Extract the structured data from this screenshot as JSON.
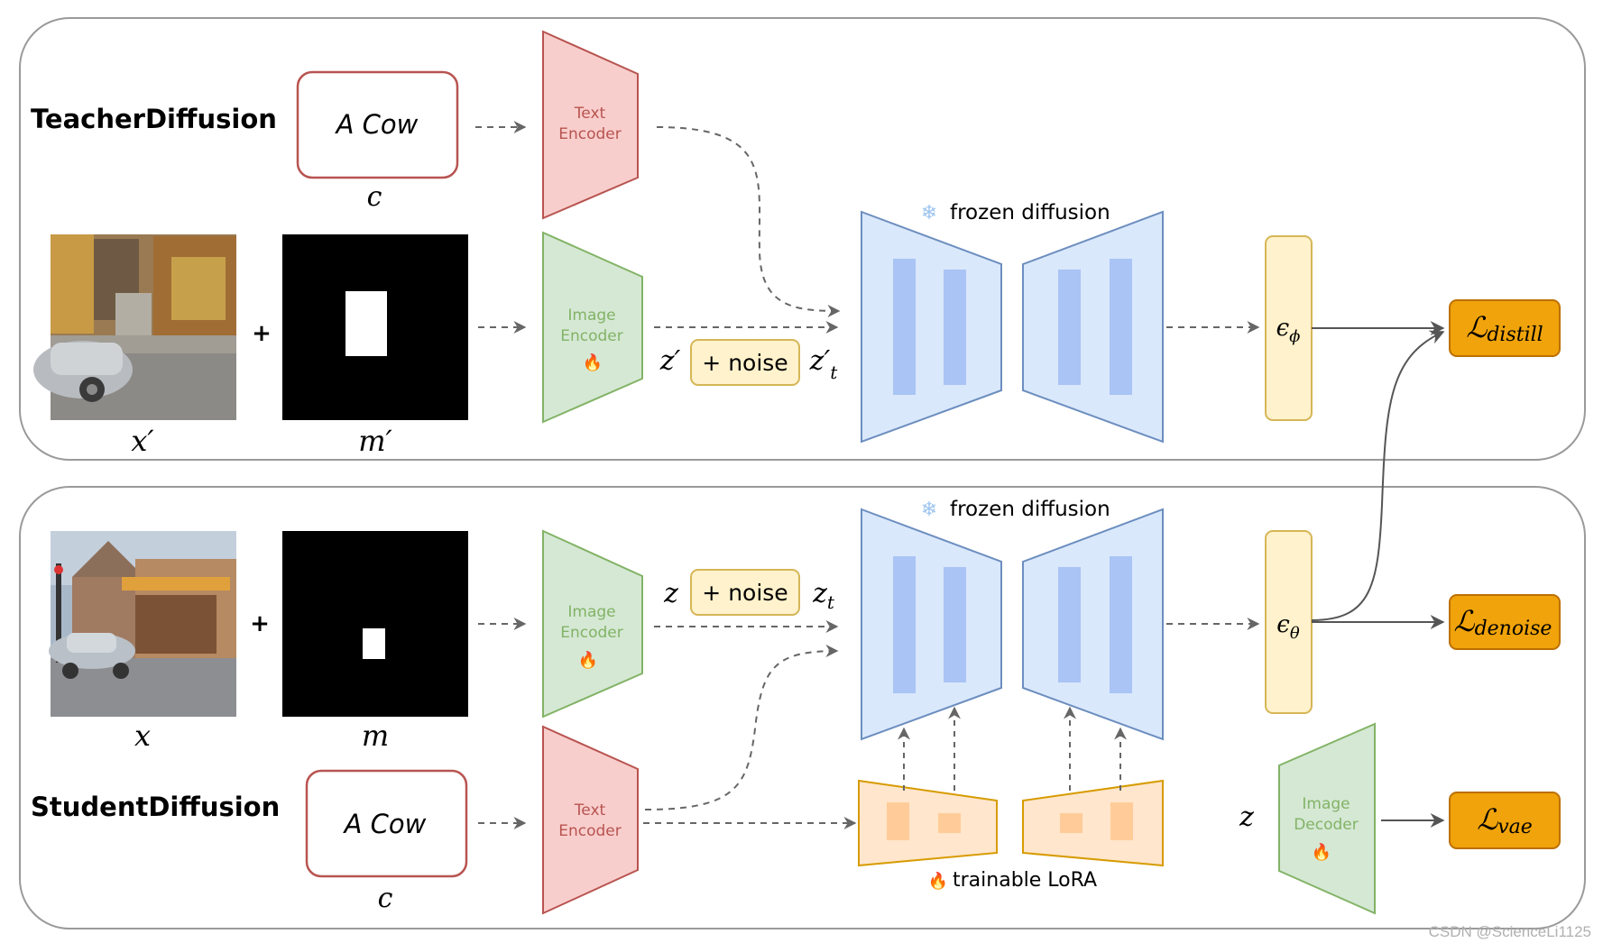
{
  "teacher": {
    "title": "TeacherDiffusion",
    "prompt": "A Cow",
    "prompt_var": "c",
    "text_encoder": [
      "Text",
      "Encoder"
    ],
    "image_encoder": [
      "Image",
      "Encoder"
    ],
    "image_var": "x′",
    "mask_var": "m′",
    "plus": "+",
    "latent": "z′",
    "noise": "+ noise",
    "noisy_latent": "z′t",
    "noisy_latent_main": "z′",
    "noisy_latent_sub": "t",
    "frozen_label": "frozen diffusion",
    "epsilon_main": "ϵ",
    "epsilon_sub": "ϕ",
    "loss_main": "ℒ",
    "loss_sub": "distill"
  },
  "student": {
    "title": "StudentDiffusion",
    "prompt": "A Cow",
    "prompt_var": "c",
    "text_encoder": [
      "Text",
      "Encoder"
    ],
    "image_encoder": [
      "Image",
      "Encoder"
    ],
    "image_var": "x",
    "mask_var": "m",
    "plus": "+",
    "latent": "z",
    "noise": "+ noise",
    "noisy_latent_main": "z",
    "noisy_latent_sub": "t",
    "frozen_label": "frozen diffusion",
    "lora_label": "trainable LoRA",
    "epsilon_main": "ϵ",
    "epsilon_sub": "θ",
    "loss_denoise_main": "ℒ",
    "loss_denoise_sub": "denoise",
    "decoder_input": "z",
    "image_decoder": [
      "Image",
      "Decoder"
    ],
    "loss_vae_main": "ℒ",
    "loss_vae_sub": "vae"
  },
  "icons": {
    "fire": "🔥",
    "snowflake": "❄"
  },
  "watermark": "CSDN @ScienceLi1125",
  "colors": {
    "text_encoder_fill": "#f8cecc",
    "text_encoder_stroke": "#b85450",
    "image_encoder_fill": "#d5e8d4",
    "image_encoder_stroke": "#82b366",
    "unet_fill": "#dae8fc",
    "unet_stroke": "#6c8ebf",
    "unet_bar": "#a9c4f5",
    "noise_fill": "#fff2cc",
    "noise_stroke": "#d6b656",
    "lora_fill": "#ffe6cc",
    "lora_stroke": "#d79b00",
    "loss_fill": "#f0a30a",
    "loss_stroke": "#bd7000"
  }
}
